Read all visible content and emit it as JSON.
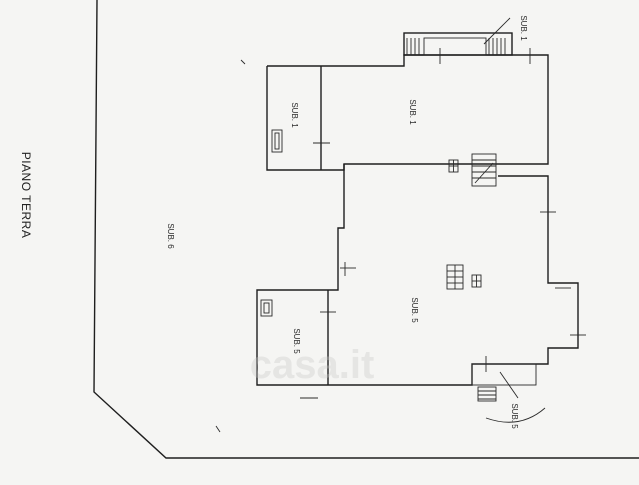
{
  "plan": {
    "title": "PIANO TERRA",
    "watermark": "casa.it",
    "labels": {
      "sub1_top": "SUB. 1",
      "sub1_main": "SUB. 1",
      "sub1_small": "SUB. 1",
      "sub6": "SUB. 6",
      "sub5_main": "SUB. 5",
      "sub5_small": "SUB. 5",
      "sub5_bottom": "SUB. 5"
    }
  }
}
